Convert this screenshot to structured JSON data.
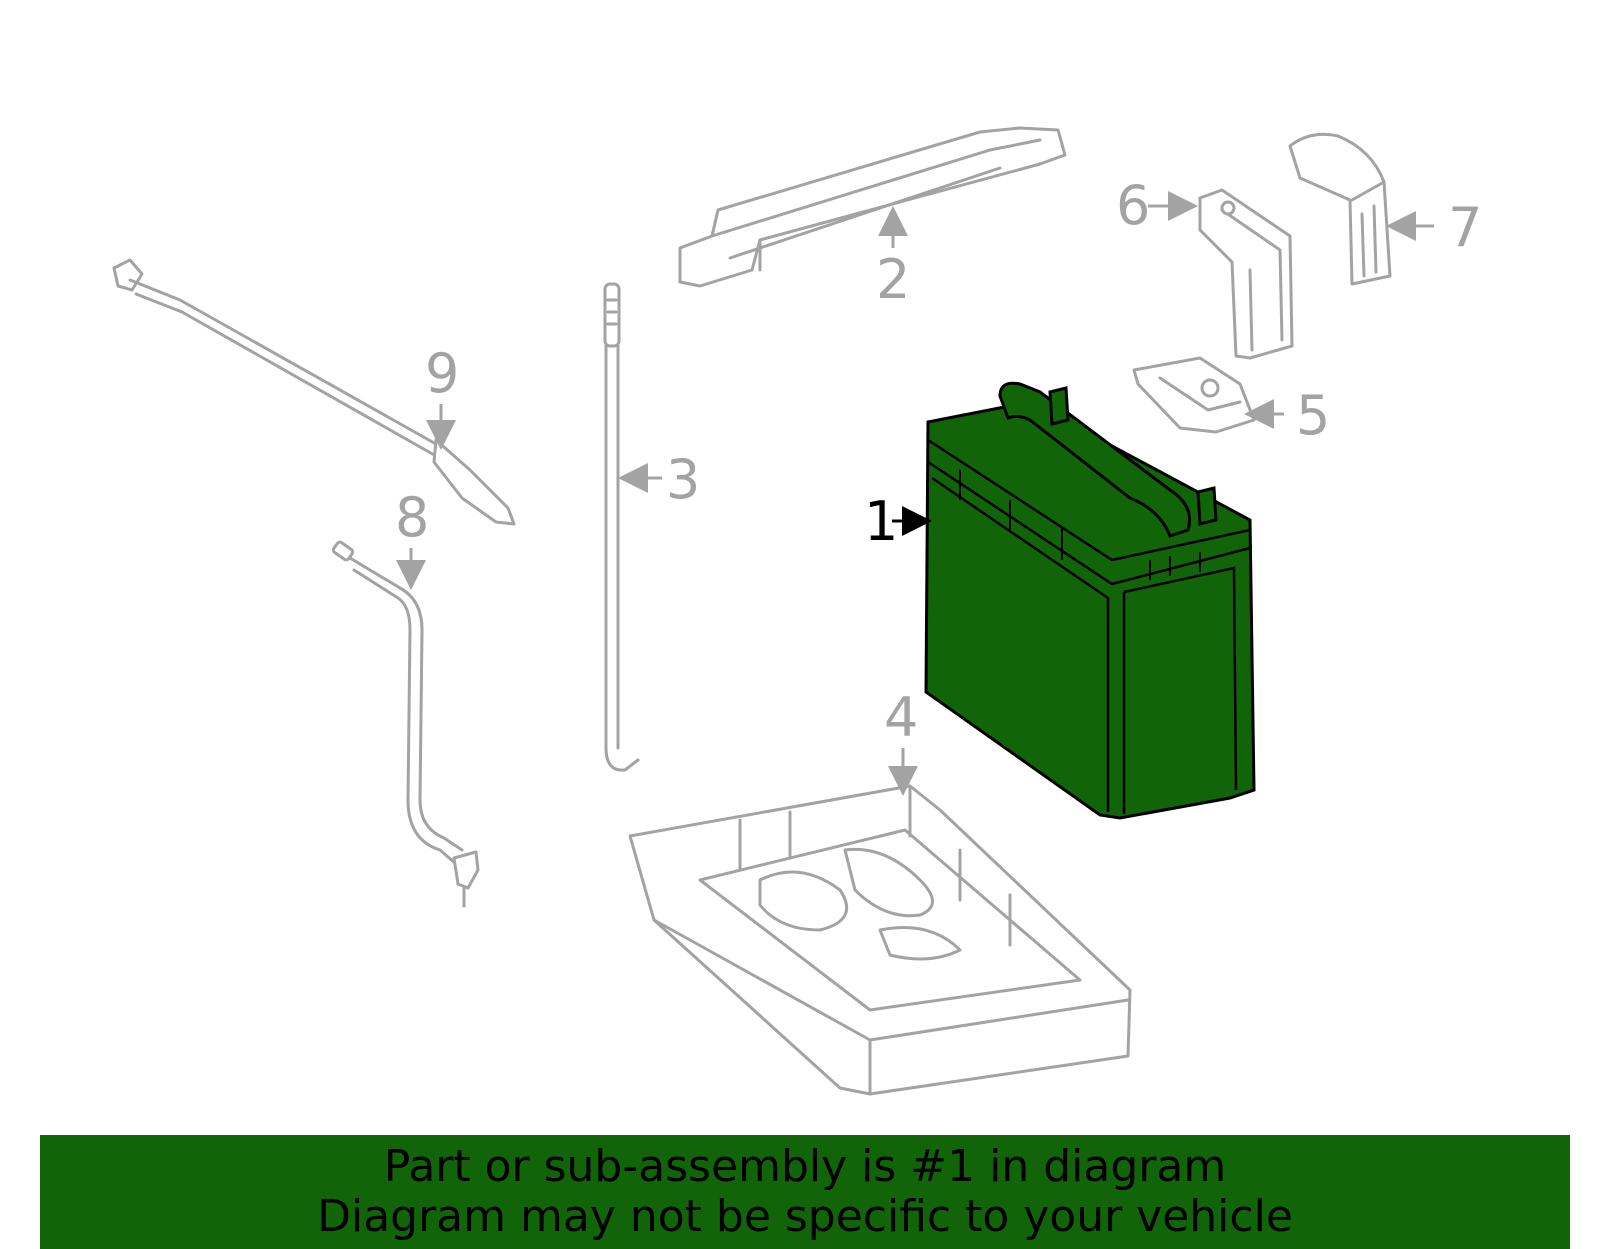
{
  "colors": {
    "highlight": "#116508",
    "banner": "#116508",
    "part_stroke": "#a3a3a3",
    "callout_text": "#a3a3a3",
    "active_callout": "#000000",
    "background": "#ffffff"
  },
  "callouts": [
    {
      "number": "1",
      "active": true
    },
    {
      "number": "2",
      "active": false
    },
    {
      "number": "3",
      "active": false
    },
    {
      "number": "4",
      "active": false
    },
    {
      "number": "5",
      "active": false
    },
    {
      "number": "6",
      "active": false
    },
    {
      "number": "7",
      "active": false
    },
    {
      "number": "8",
      "active": false
    },
    {
      "number": "9",
      "active": false
    }
  ],
  "footer": {
    "line1": "Part or sub-assembly is #1 in diagram",
    "line2": "Diagram may not be specific to your vehicle"
  }
}
